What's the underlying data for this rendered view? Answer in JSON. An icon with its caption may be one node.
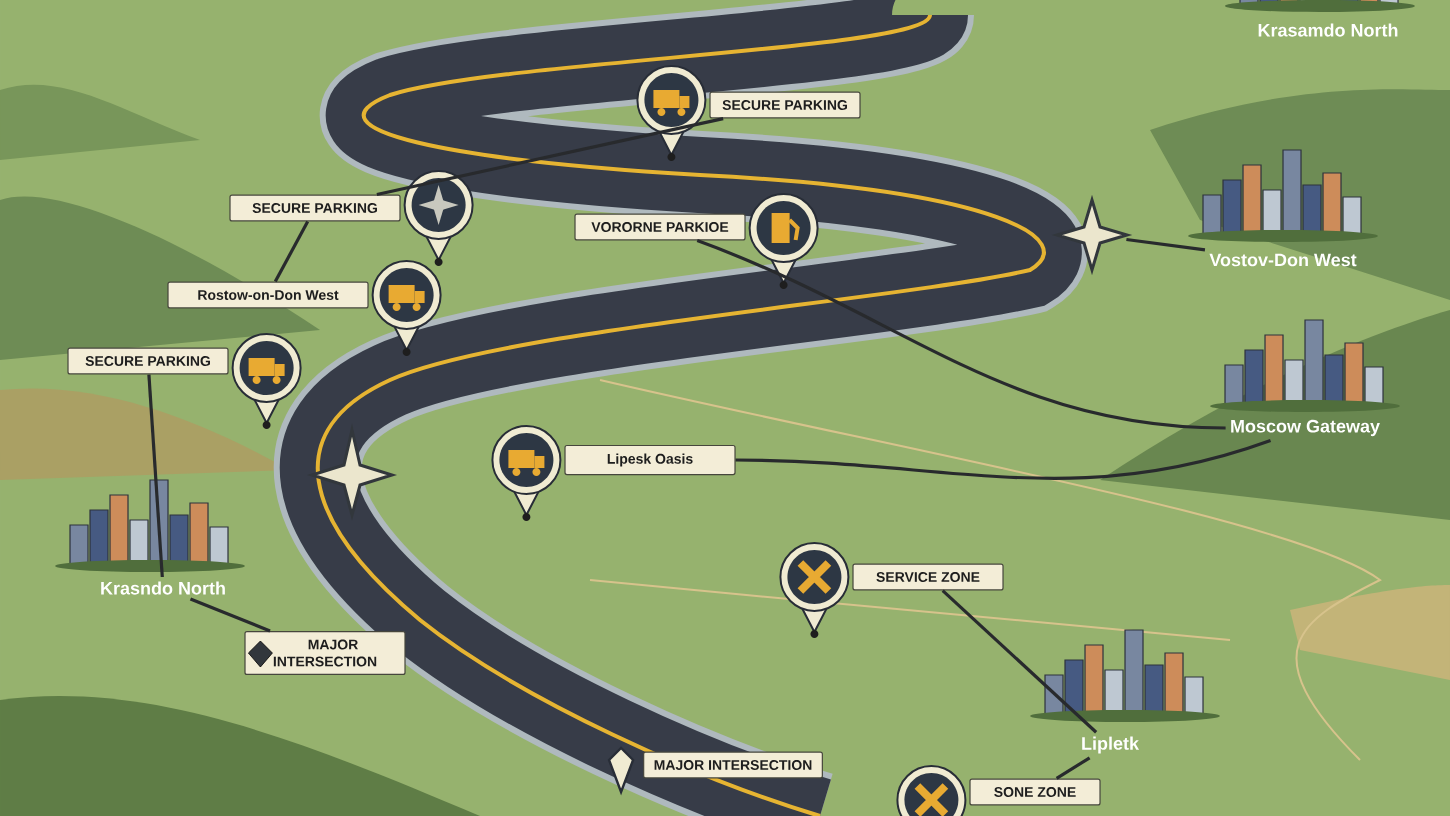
{
  "diagram": {
    "nodes": [
      {
        "text": [
          "SECURE PARKING"
        ]
      },
      {
        "text": [
          "SECURE PARKING"
        ]
      },
      {
        "text": [
          "VORORNE PARKIOE"
        ]
      },
      {
        "text": [
          "Krasamdo North"
        ]
      },
      {
        "text": [
          "Vostov-Don West"
        ]
      },
      {
        "text": [
          "Rostow-on-Don West"
        ]
      },
      {
        "text": [
          "SECURE PARKING"
        ]
      },
      {
        "text": [
          "Moscow Gateway"
        ]
      },
      {
        "text": [
          "Lipesk Oasis"
        ]
      },
      {
        "text": [
          "Krasndo North"
        ]
      },
      {
        "text": [
          "SERVICE ZONE"
        ]
      },
      {
        "text": [
          "MAJOR INTERSECTION"
        ]
      },
      {
        "text": [
          "Lipletk"
        ]
      },
      {
        "text": [
          "MAJOR INTERSECTION"
        ]
      },
      {
        "text": [
          "SONE ZONE"
        ]
      },
      {
        "text": [],
        "shape": "picture"
      }
    ],
    "edges": [
      {
        "from": 1,
        "to": 0,
        "arrow": "none"
      },
      {
        "from": 5,
        "to": 1,
        "arrow": "none"
      },
      {
        "from": 6,
        "to": 9,
        "arrow": "none"
      },
      {
        "from": 9,
        "to": 11,
        "arrow": "none"
      },
      {
        "from": 2,
        "to": 7,
        "arrow": "none"
      },
      {
        "from": 8,
        "to": 7,
        "arrow": "none"
      },
      {
        "from": 10,
        "to": 12,
        "arrow": "none"
      },
      {
        "from": 14,
        "to": 12,
        "arrow": "none"
      },
      {
        "from": 15,
        "to": 4,
        "arrow": "none"
      }
    ]
  }
}
